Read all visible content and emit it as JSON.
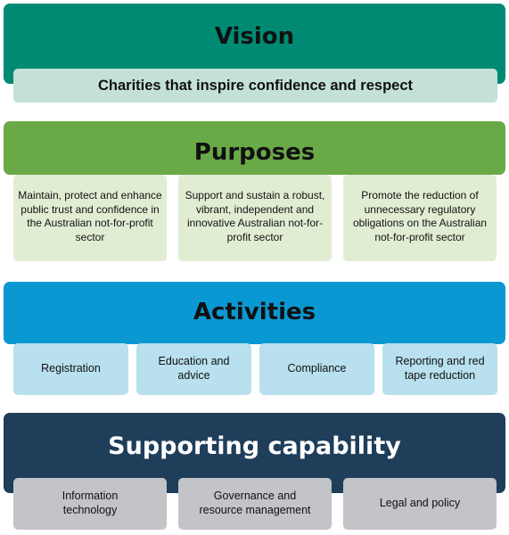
{
  "vision": {
    "title": "Vision",
    "statement": "Charities that inspire confidence and respect"
  },
  "purposes": {
    "title": "Purposes",
    "items": [
      "Maintain, protect and enhance public trust and confidence in the Australian not-for-profit sector",
      "Support and sustain a robust, vibrant, independent and innovative Australian not-for-profit sector",
      "Promote the reduction of unnecessary regulatory obligations on the Australian not-for-profit sector"
    ]
  },
  "activities": {
    "title": "Activities",
    "items": [
      "Registration",
      "Education and advice",
      "Compliance",
      "Reporting and red tape reduction"
    ]
  },
  "supporting_capability": {
    "title": "Supporting capability",
    "items": [
      "Information technology",
      "Governance and resource management",
      "Legal and policy"
    ]
  },
  "colors": {
    "vision": "#008a73",
    "purposes": "#6aaa46",
    "activities": "#0a98d3",
    "supporting_capability": "#1e3e5a"
  }
}
